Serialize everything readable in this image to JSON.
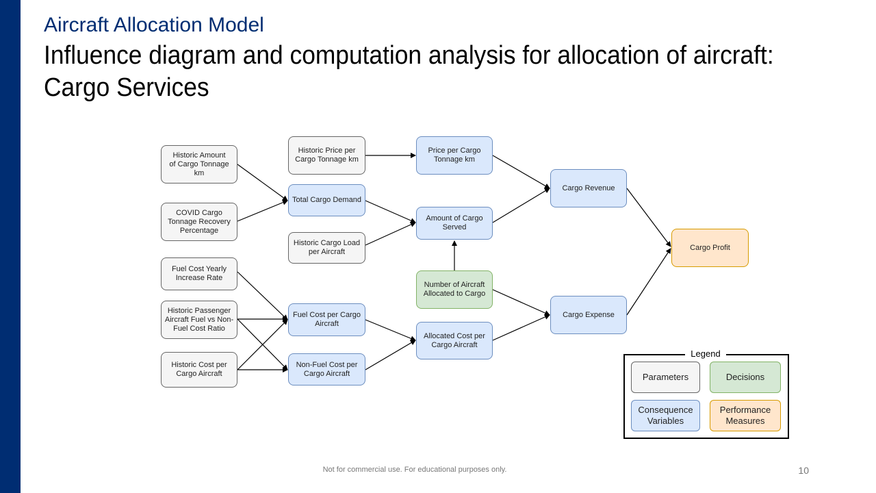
{
  "slide": {
    "subtitle": "Aircraft Allocation Model",
    "title": "Influence diagram and computation analysis for allocation of aircraft: Cargo Services",
    "footer": "Not for commercial use. For educational purposes only.",
    "page_number": "10"
  },
  "colors": {
    "brand": "#002d72",
    "parameters": "#f5f5f5",
    "decisions": "#d5e8d4",
    "consequence": "#dae8fc",
    "performance": "#ffe6cc"
  },
  "nodes": {
    "historic_tonnage": "Historic Amount\nof Cargo Tonnage km",
    "covid_recovery": "COVID Cargo\nTonnage Recovery\nPercentage",
    "fuel_cost_rate": "Fuel Cost Yearly\nIncrease Rate",
    "fuel_ratio": "Historic Passenger\nAircraft Fuel vs Non-\nFuel Cost Ratio",
    "historic_cost": "Historic Cost per\nCargo Aircraft",
    "historic_price": "Historic Price per\nCargo Tonnage km",
    "total_demand": "Total Cargo Demand",
    "historic_load": "Historic Cargo Load\nper Aircraft",
    "fuel_cost": "Fuel Cost per Cargo\nAircraft",
    "nonfuel_cost": "Non-Fuel Cost per\nCargo Aircraft",
    "price_per_tonnage": "Price per Cargo\nTonnage km",
    "amount_served": "Amount of Cargo\nServed",
    "num_aircraft": "Number of Aircraft\nAllocated to Cargo",
    "allocated_cost": "Allocated Cost per\nCargo Aircraft",
    "cargo_revenue": "Cargo Revenue",
    "cargo_expense": "Cargo Expense",
    "cargo_profit": "Cargo Profit"
  },
  "legend": {
    "title": "Legend",
    "parameters": "Parameters",
    "decisions": "Decisions",
    "consequence": "Consequence\nVariables",
    "performance": "Performance\nMeasures"
  }
}
